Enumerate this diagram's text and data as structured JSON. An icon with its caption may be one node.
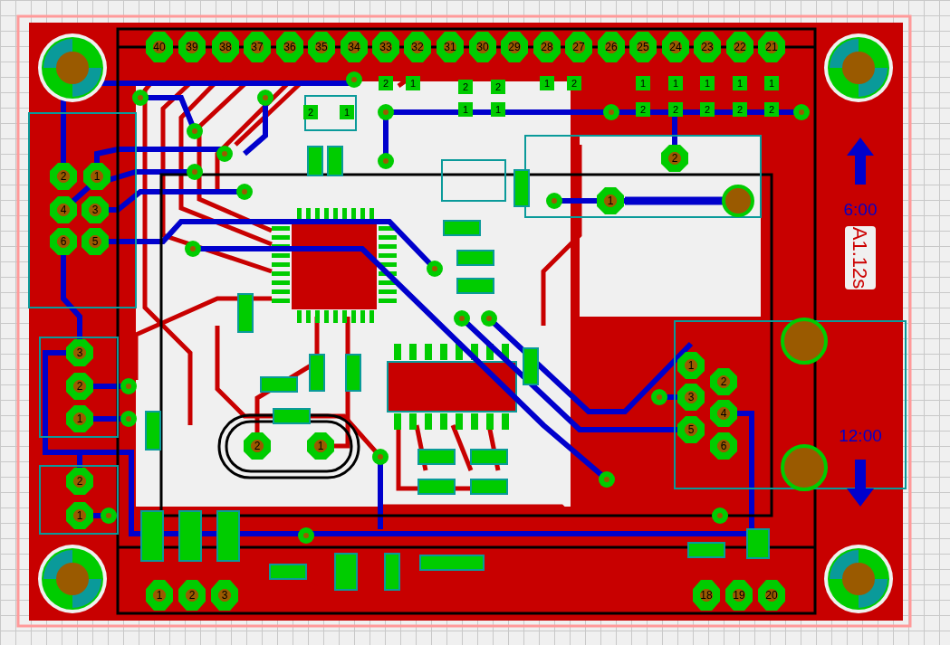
{
  "diagram": {
    "labels": [
      "40",
      "39",
      "38",
      "37",
      "36",
      "35",
      "34",
      "33",
      "32",
      "31",
      "30",
      "29",
      "28",
      "27",
      "26",
      "25",
      "24",
      "23",
      "22",
      "21",
      "2",
      "1",
      "2",
      "2",
      "1",
      "2",
      "1",
      "1",
      "1",
      "1",
      "1",
      "2",
      "1",
      "1",
      "1",
      "2",
      "2",
      "2",
      "2",
      "2",
      "2",
      "1",
      "2",
      "1",
      "4",
      "3",
      "6",
      "5",
      "A1.12s",
      "6:00",
      "3",
      "2",
      "1",
      "1",
      "2",
      "3",
      "4",
      "5",
      "6",
      "12:00",
      "2",
      "1",
      "2",
      "1",
      "1",
      "2",
      "3",
      "18",
      "19",
      "20"
    ]
  }
}
